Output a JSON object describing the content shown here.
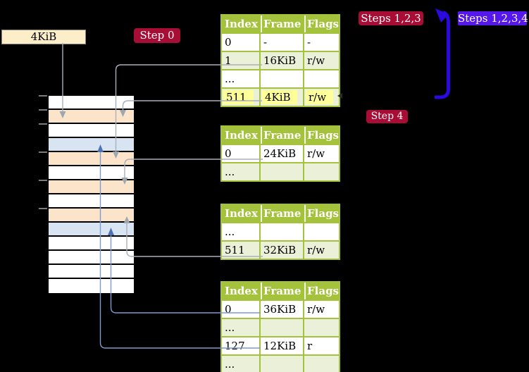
{
  "colors": {
    "header_green": "#a4c23c",
    "row_shade": "#ebf1d9",
    "peach": "#fce4cb",
    "light_blue": "#d9e4f2",
    "cream": "#fbeec8",
    "crimson": "#a80d35",
    "violet": "#5517eb",
    "arrow_blue": "#2a0ae0",
    "highlight_yellow": "#ffff99",
    "connector_gray": "#aab0b8",
    "connector_gray_head": "#9da7b0",
    "connector_blue": "#7b9bd2",
    "connector_blue_head": "#4d74b5"
  },
  "labels": {
    "size_box": "4KiB",
    "step0": "Step 0",
    "steps123": "Steps 1,2,3",
    "steps1234": "Steps 1,2,3,4",
    "step4": "Step 4"
  },
  "memory_stripe": {
    "rows": [
      "white",
      "peach",
      "white",
      "blue",
      "peach",
      "white",
      "peach",
      "white",
      "peach",
      "blue",
      "white",
      "white",
      "white",
      "white"
    ],
    "tick_offsets": [
      0,
      20,
      40,
      80,
      120,
      160
    ]
  },
  "tables": [
    {
      "name": "page-table-1",
      "headers": [
        "Index",
        "Frame",
        "Flags"
      ],
      "rows": [
        {
          "cells": [
            "0",
            "-",
            "-"
          ]
        },
        {
          "cells": [
            "1",
            "16KiB",
            "r/w"
          ],
          "shade": true
        },
        {
          "cells": [
            "...",
            "",
            ""
          ]
        },
        {
          "cells": [
            "511",
            "4KiB",
            "r/w"
          ],
          "shade": true,
          "highlight": true
        }
      ]
    },
    {
      "name": "page-table-2",
      "headers": [
        "Index",
        "Frame",
        "Flags"
      ],
      "rows": [
        {
          "cells": [
            "0",
            "24KiB",
            "r/w"
          ]
        },
        {
          "cells": [
            "...",
            "",
            ""
          ],
          "shade": true
        }
      ]
    },
    {
      "name": "page-table-3",
      "headers": [
        "Index",
        "Frame",
        "Flags"
      ],
      "rows": [
        {
          "cells": [
            "...",
            "",
            ""
          ]
        },
        {
          "cells": [
            "511",
            "32KiB",
            "r/w"
          ],
          "shade": true
        }
      ]
    },
    {
      "name": "page-table-4",
      "headers": [
        "Index",
        "Frame",
        "Flags"
      ],
      "rows": [
        {
          "cells": [
            "0",
            "36KiB",
            "r/w"
          ]
        },
        {
          "cells": [
            "...",
            "",
            ""
          ],
          "shade": true
        },
        {
          "cells": [
            "127",
            "12KiB",
            "r"
          ]
        },
        {
          "cells": [
            "...",
            "",
            ""
          ],
          "shade": true
        }
      ]
    }
  ]
}
